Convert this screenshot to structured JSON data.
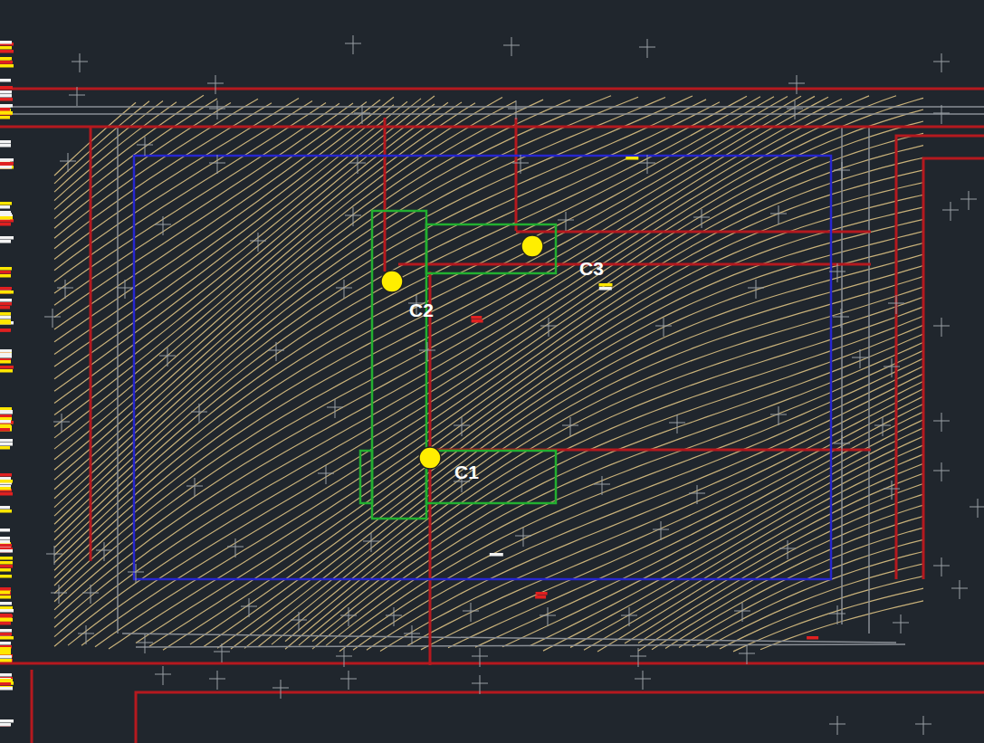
{
  "diagram": {
    "labels": [
      "C1",
      "C2",
      "C3"
    ]
  }
}
